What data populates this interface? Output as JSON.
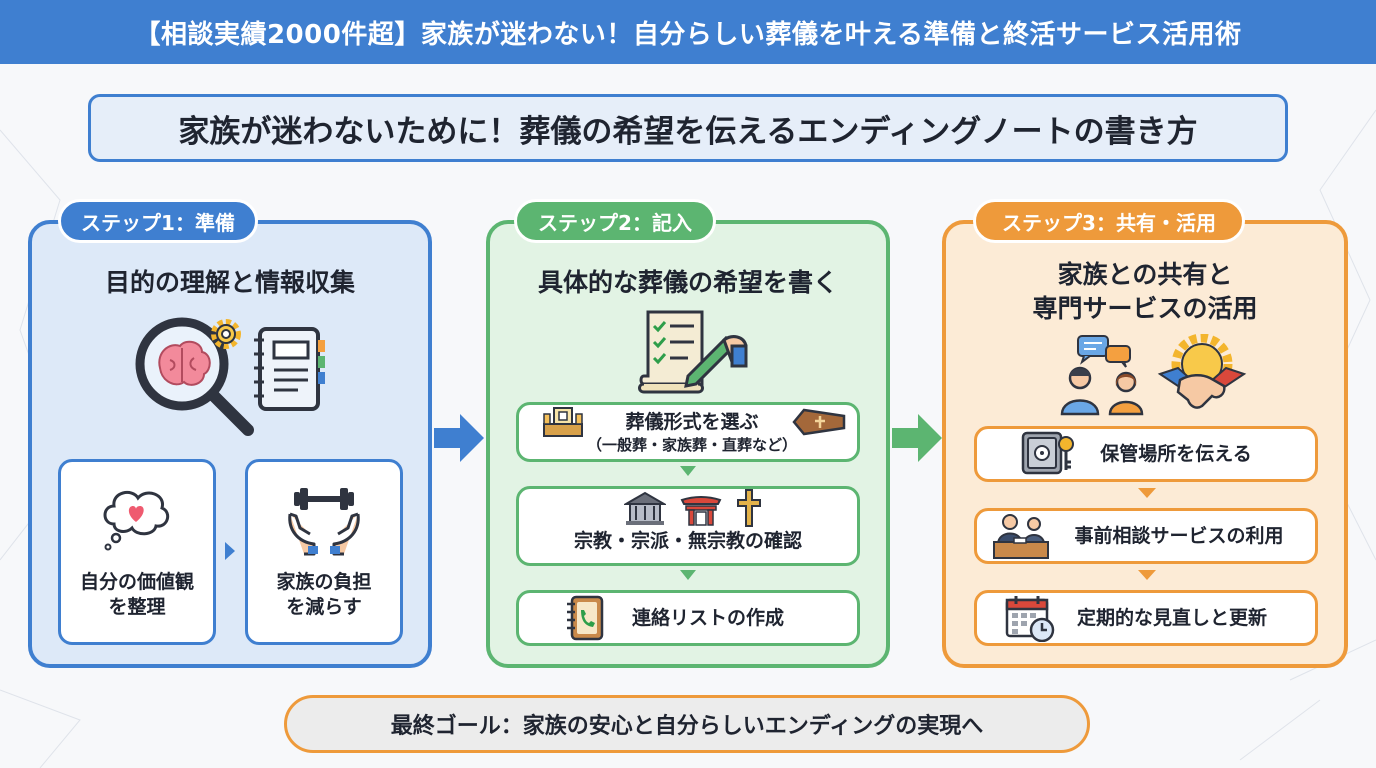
{
  "banner": {
    "title": "【相談実績2000件超】家族が迷わない！自分らしい葬儀を叶える準備と終活サービス活用術"
  },
  "subtitle": "家族が迷わないために！葬儀の希望を伝えるエンディングノートの書き方",
  "steps": [
    {
      "label": "ステップ1：準備",
      "title": "目的の理解と情報収集",
      "items": [
        {
          "line1": "自分の価値観",
          "line2": "を整理"
        },
        {
          "line1": "家族の負担",
          "line2": "を減らす"
        }
      ]
    },
    {
      "label": "ステップ2：記入",
      "title": "具体的な葬儀の希望を書く",
      "items": [
        {
          "line1": "葬儀形式を選ぶ",
          "line2": "（一般葬・家族葬・直葬など）"
        },
        {
          "line1": "宗教・宗派・無宗教の確認"
        },
        {
          "line1": "連絡リストの作成"
        }
      ]
    },
    {
      "label": "ステップ3：共有・活用",
      "title_line1": "家族との共有と",
      "title_line2": "専門サービスの活用",
      "items": [
        {
          "line1": "保管場所を伝える"
        },
        {
          "line1": "事前相談サービスの利用"
        },
        {
          "line1": "定期的な見直しと更新"
        }
      ]
    }
  ],
  "goal": "最終ゴール：家族の安心と自分らしいエンディングの実現へ",
  "colors": {
    "blue": "#3f7fd0",
    "green": "#5cb571",
    "orange": "#ee9a3b"
  },
  "icons": [
    "magnifier-brain-icon",
    "gear-icon",
    "notebook-icon",
    "heart-thought-icon",
    "hands-dumbbell-icon",
    "scroll-checklist-icon",
    "altar-icon",
    "coffin-icon",
    "temple-icon",
    "shrine-icon",
    "cross-icon",
    "phonebook-icon",
    "chat-people-icon",
    "handshake-gear-icon",
    "safe-key-icon",
    "consultation-icon",
    "calendar-clock-icon"
  ]
}
